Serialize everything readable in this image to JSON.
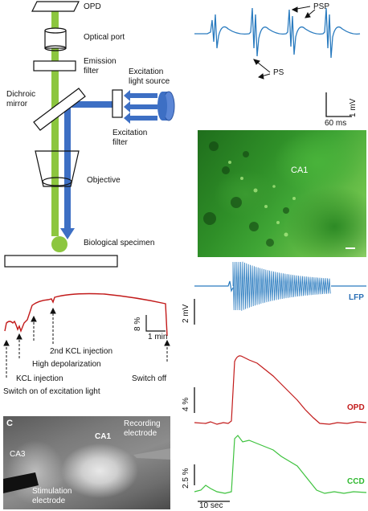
{
  "optics": {
    "opd": "OPD",
    "optical_port": "Optical port",
    "emission_filter": "Emission\nfilter",
    "dichroic_mirror": "Dichroic\nmirror",
    "excitation_light_source": "Excitation\nlight source",
    "excitation_filter": "Excitation\nfilter",
    "objective": "Objective",
    "biological_specimen": "Biological specimen"
  },
  "spikes": {
    "psp": "PSP",
    "ps": "PS",
    "scale_v": "1 mV",
    "scale_t": "60 ms"
  },
  "fluor": {
    "ca1": "CA1"
  },
  "timeline": {
    "scale_v": "8 %",
    "scale_t": "1 min",
    "second_kcl": "2nd KCL injection",
    "high_depol": "High depolarization",
    "kcl": "KCL injection",
    "switch_on": "Switch on of excitation light",
    "switch_off": "Switch off"
  },
  "photo": {
    "panel_letter": "C",
    "ca1": "CA1",
    "ca3": "CA3",
    "recording": "Recording\nelectrode",
    "stimulation": "Stimulation\nelectrode"
  },
  "traces": {
    "lfp": "LFP",
    "lfp_scale": "2 mV",
    "opd": "OPD",
    "opd_scale": "4 %",
    "ccd": "CCD",
    "ccd_scale": "2.5 %",
    "time_scale": "10 sec"
  },
  "colors": {
    "green_beam": "#8cc63f",
    "blue_beam": "#3d6fc4",
    "trace_blue": "#2a7bbf",
    "trace_red": "#c21a1a",
    "trace_green": "#3ec23e",
    "label_blue": "#2a6fb5",
    "label_red": "#c21a1a",
    "label_green": "#2eb82e"
  }
}
